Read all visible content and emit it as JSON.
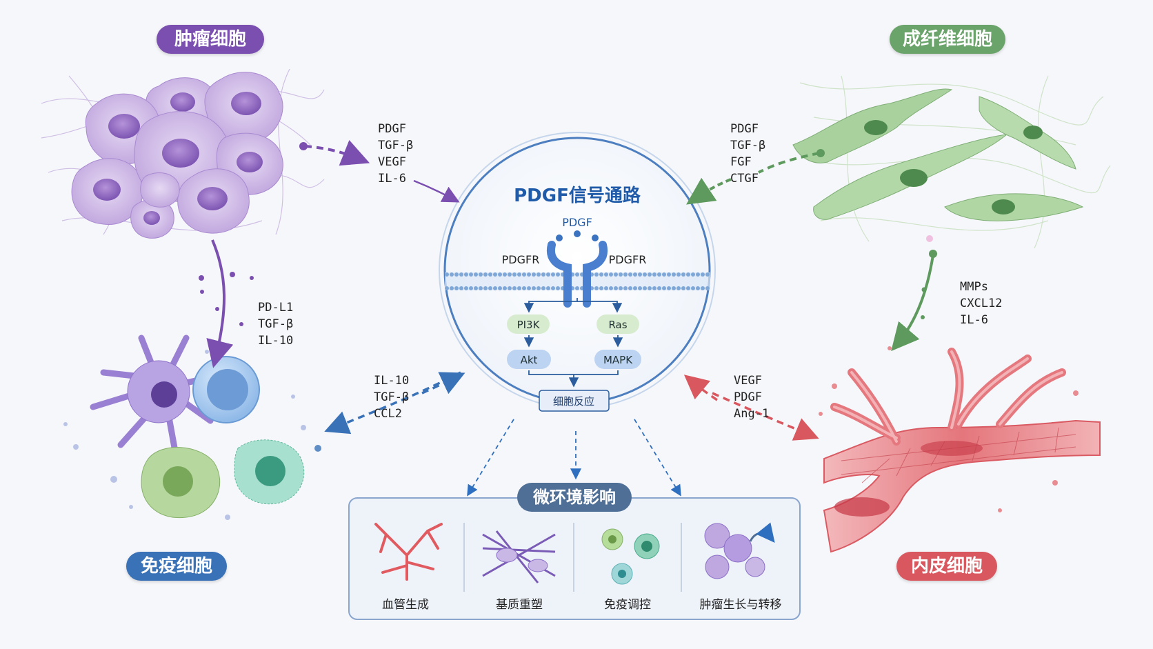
{
  "groups": {
    "tumor": "肿瘤细胞",
    "fibroblast": "成纤维细胞",
    "immune": "免疫细胞",
    "endothelial": "内皮细胞"
  },
  "colors": {
    "tumor": "#7a4fb0",
    "fibroblast": "#5e9a5e",
    "immune": "#3a72b8",
    "endothelial": "#d9575f",
    "pathway": "#1f5ba8"
  },
  "signals": {
    "tumor_to_center": [
      "PDGF",
      "TGF-β",
      "VEGF",
      "IL-6"
    ],
    "fibroblast_to_center": [
      "PDGF",
      "TGF-β",
      "FGF",
      "CTGF"
    ],
    "tumor_to_immune": [
      "PD-L1",
      "TGF-β",
      "IL-10"
    ],
    "fibroblast_to_endothelial": [
      "MMPs",
      "CXCL12",
      "IL-6"
    ],
    "center_immune": [
      "IL-10",
      "TGF-β",
      "CCL2"
    ],
    "center_endothelial": [
      "VEGF",
      "PDGF",
      "Ang-1"
    ]
  },
  "pathway": {
    "title": "PDGF信号通路",
    "ligand": "PDGF",
    "receptor_left": "PDGFR",
    "receptor_right": "PDGFR",
    "pi3k": "PI3K",
    "ras": "Ras",
    "akt": "Akt",
    "mapk": "MAPK",
    "response": "细胞反应"
  },
  "effects": {
    "title": "微环境影响",
    "items": [
      "血管生成",
      "基质重塑",
      "免疫调控",
      "肿瘤生长与转移"
    ]
  }
}
